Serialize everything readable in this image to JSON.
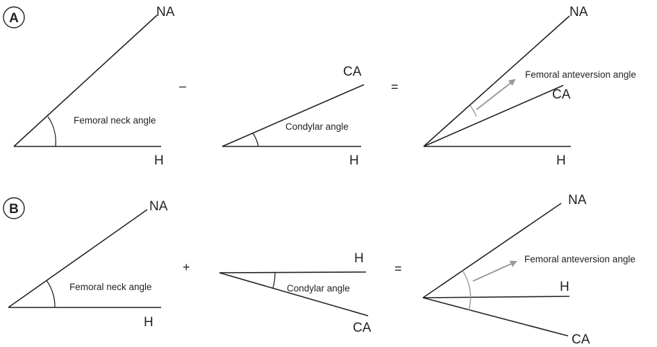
{
  "panels": {
    "a": {
      "label": "A",
      "operator_minus": "–",
      "operator_equals": "=",
      "left": {
        "na": "NA",
        "h": "H",
        "angle": "Femoral neck angle"
      },
      "middle": {
        "ca": "CA",
        "h": "H",
        "angle": "Condylar angle"
      },
      "right": {
        "na": "NA",
        "ca": "CA",
        "h": "H",
        "angle": "Femoral anteversion angle"
      }
    },
    "b": {
      "label": "B",
      "operator_plus": "+",
      "operator_equals": "=",
      "left": {
        "na": "NA",
        "h": "H",
        "angle": "Femoral neck angle"
      },
      "middle": {
        "h": "H",
        "ca": "CA",
        "angle": "Condylar angle"
      },
      "right": {
        "na": "NA",
        "h": "H",
        "ca": "CA",
        "angle": "Femoral anteversion angle"
      }
    }
  },
  "colors": {
    "line": "#231f20",
    "highlight": "#9a9a9a"
  }
}
